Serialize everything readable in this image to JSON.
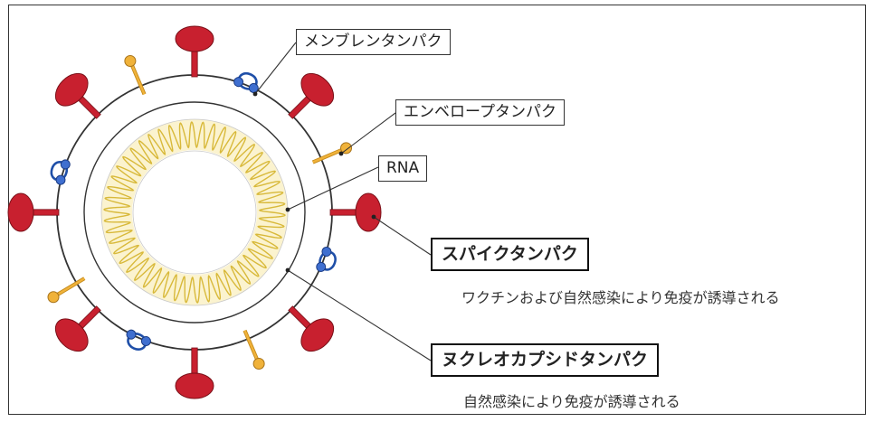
{
  "labels": {
    "membrane": "メンブレンタンパク",
    "envelope": "エンベロープタンパク",
    "rna": "RNA",
    "spike": "スパイクタンパク",
    "nucleocapsid": "ヌクレオカプシドタンパク"
  },
  "descriptions": {
    "spike": "ワクチンおよび自然感染により免疫が誘導される",
    "nucleocapsid": "自然感染により免疫が誘導される"
  },
  "colors": {
    "spike": "#c8202f",
    "envelope_protein": "#f0b23a",
    "membrane_protein": "#1f4fa8",
    "rna": "#d8b93a",
    "rna_band": "#fbf3cf",
    "outline": "#333333"
  }
}
